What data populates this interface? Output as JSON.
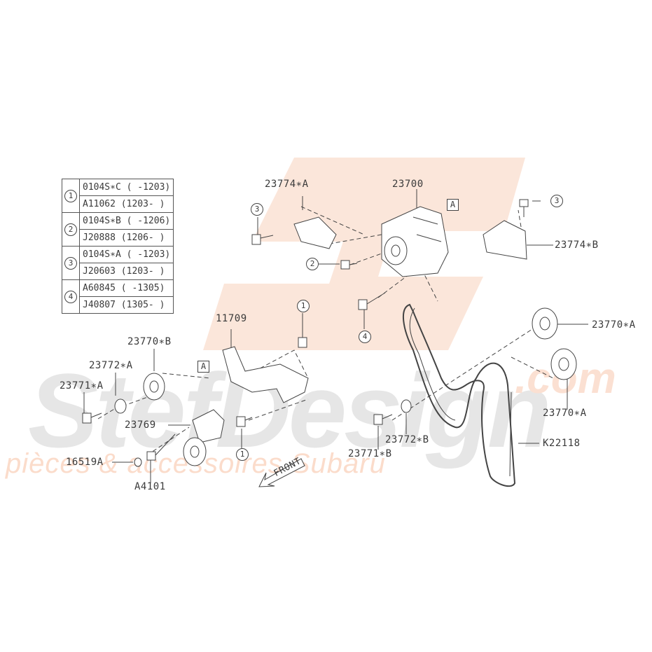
{
  "watermark": {
    "brand": "StefDesign",
    "domain": ".com",
    "tagline": "pièces & accessoires Subaru",
    "grey": "#e6e6e6",
    "orange": "#fbdccb"
  },
  "table": [
    {
      "ref": "1",
      "parts": [
        {
          "no": "0104S∗C",
          "range": "( -1203)"
        },
        {
          "no": "A11062",
          "range": "(1203- )"
        }
      ]
    },
    {
      "ref": "2",
      "parts": [
        {
          "no": "0104S∗B",
          "range": "( -1206)"
        },
        {
          "no": "J20888",
          "range": "(1206- )"
        }
      ]
    },
    {
      "ref": "3",
      "parts": [
        {
          "no": "0104S∗A",
          "range": "( -1203)"
        },
        {
          "no": "J20603",
          "range": "(1203- )"
        }
      ]
    },
    {
      "ref": "4",
      "parts": [
        {
          "no": "A60845",
          "range": "( -1305)"
        },
        {
          "no": "J40807",
          "range": "(1305- )"
        }
      ]
    }
  ],
  "labels": {
    "p23774A": "23774∗A",
    "p23700": "23700",
    "p23774B": "23774∗B",
    "p23770A_1": "23770∗A",
    "p23770A_2": "23770∗A",
    "pK22118": "K22118",
    "p23772B": "23772∗B",
    "p23771B": "23771∗B",
    "p11709": "11709",
    "p23770B": "23770∗B",
    "p23772A": "23772∗A",
    "p23771A": "23771∗A",
    "p23769": "23769",
    "p16519A": "16519A",
    "pA4101": "A4101",
    "front": "FRONT"
  },
  "refs": {
    "r1": "1",
    "r2": "2",
    "r3": "3",
    "r4": "4",
    "a": "A"
  }
}
